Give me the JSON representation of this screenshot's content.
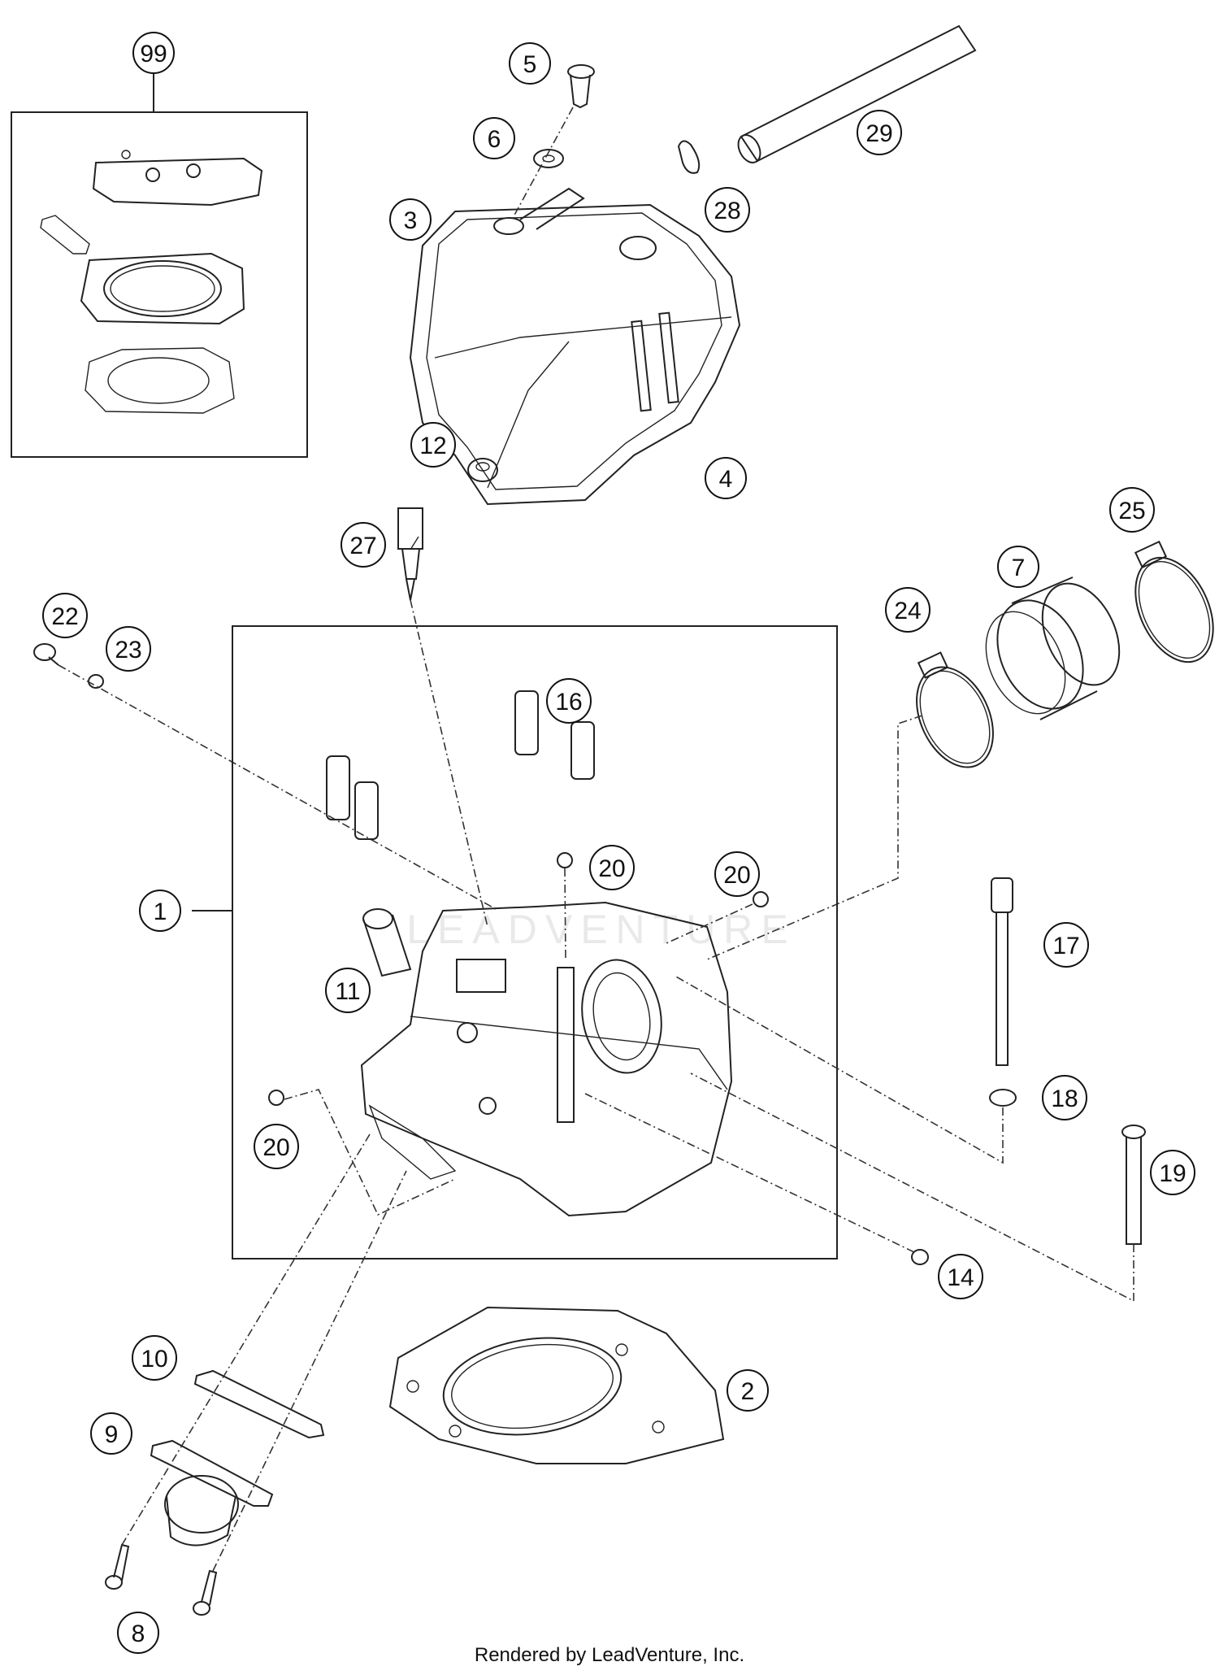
{
  "watermark": "LEADVENTURE",
  "footer": "Rendered by LeadVenture, Inc.",
  "callouts": {
    "c99": "99",
    "c5": "5",
    "c6": "6",
    "c29": "29",
    "c28": "28",
    "c3": "3",
    "c12": "12",
    "c4": "4",
    "c27": "27",
    "c25": "25",
    "c7": "7",
    "c24": "24",
    "c22": "22",
    "c23": "23",
    "c16": "16",
    "c20a": "20",
    "c20b": "20",
    "c1": "1",
    "c17": "17",
    "c11": "11",
    "c18": "18",
    "c20c": "20",
    "c19": "19",
    "c14": "14",
    "c10": "10",
    "c2": "2",
    "c9": "9",
    "c8": "8"
  }
}
